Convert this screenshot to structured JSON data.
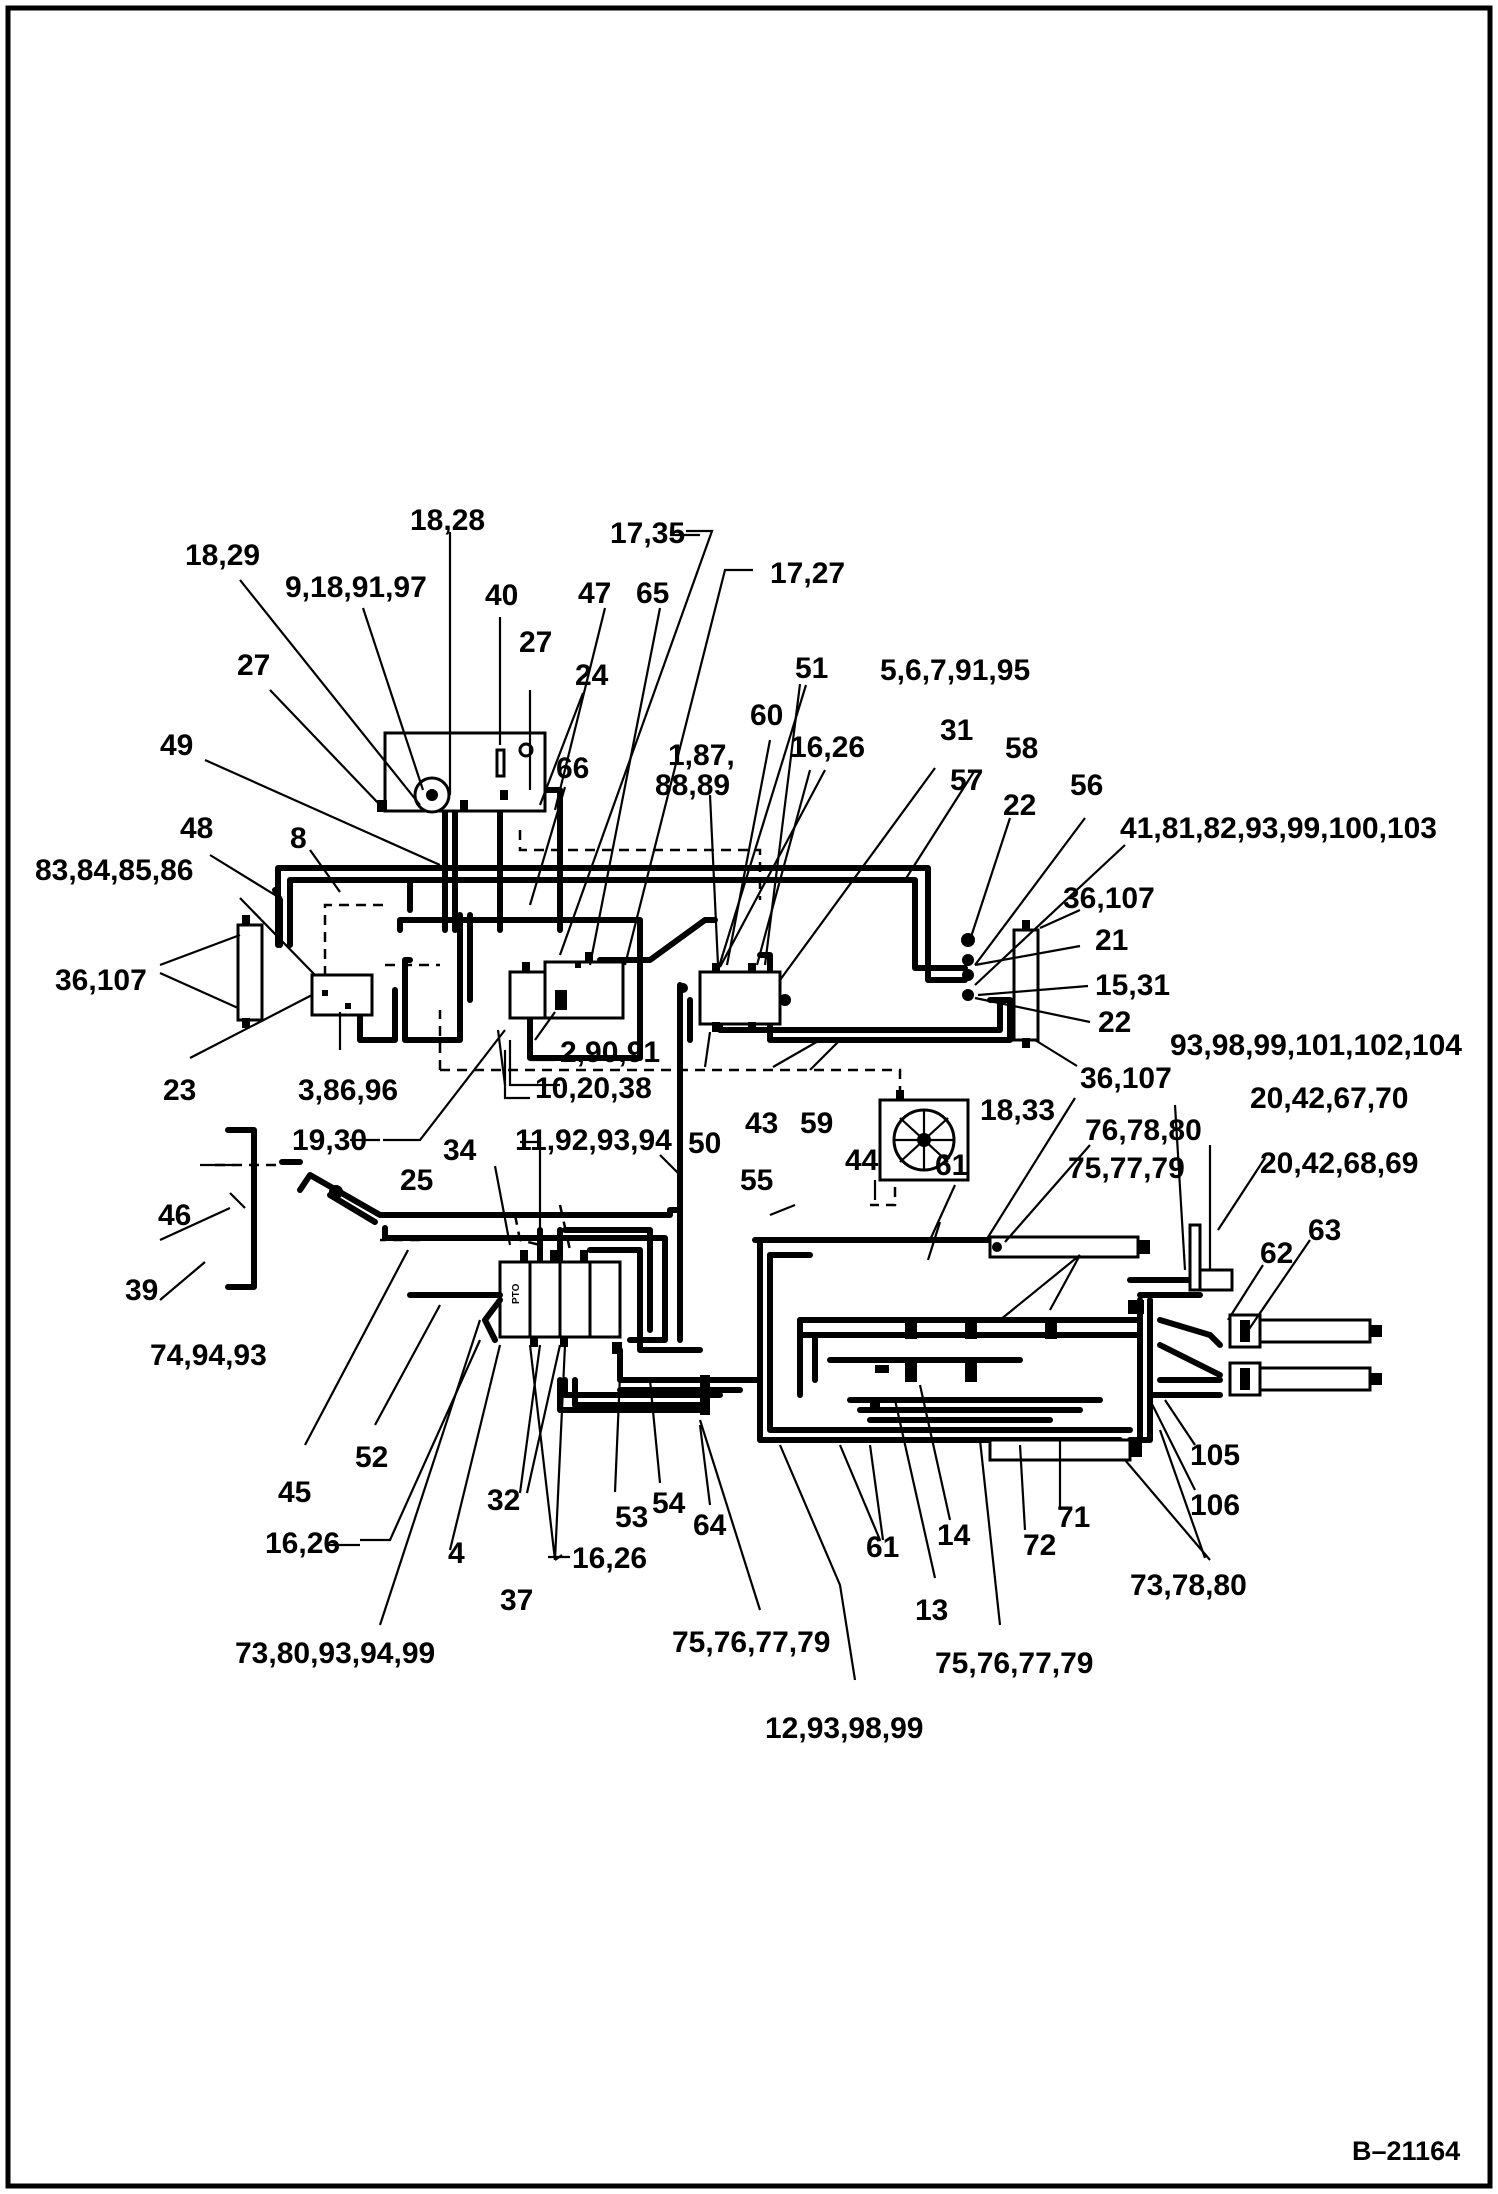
{
  "reference": "B–21164",
  "labels": {
    "l18_28": "18,28",
    "l17_35": "17,35",
    "l18_29": "18,29",
    "l9_18_91_97": "9,18,91,97",
    "l17_27": "17,27",
    "l40": "40",
    "l47": "47",
    "l65": "65",
    "l27a": "27",
    "l27b": "27",
    "l24": "24",
    "l51": "51",
    "l5_6_7_91_95": "5,6,7,91,95",
    "l60": "60",
    "l49": "49",
    "l66": "66",
    "l16_26a": "16,26",
    "l31": "31",
    "l58": "58",
    "l1_87": "1,87,",
    "l88_89": "88,89",
    "l57": "57",
    "l22a": "22",
    "l56": "56",
    "l48": "48",
    "l41_group": "41,81,82,93,99,100,103",
    "l8": "8",
    "l83_group": "83,84,85,86",
    "l36_107a": "36,107",
    "l36_107b": "36,107",
    "l21": "21",
    "l15_31": "15,31",
    "l22b": "22",
    "l2_90_91": "2,90,91",
    "l93_group": "93,98,99,101,102,104",
    "l36_107c": "36,107",
    "l23": "23",
    "l3_86_96": "3,86,96",
    "l10_20_38": "10,20,38",
    "l43": "43",
    "l59": "59",
    "l18_33": "18,33",
    "l76_78_80": "76,78,80",
    "l20_42_67_70": "20,42,67,70",
    "l19_30": "19,30",
    "l50": "50",
    "l34": "34",
    "l11_92_93_94": "11,92,93,94",
    "l75_77_79": "75,77,79",
    "l20_42_68_69": "20,42,68,69",
    "l25": "25",
    "l55": "55",
    "l44": "44",
    "l61a": "61",
    "l46": "46",
    "l63": "63",
    "l62": "62",
    "l39": "39",
    "l74_94_93": "74,94,93",
    "l52": "52",
    "l105": "105",
    "l45": "45",
    "l106": "106",
    "l32": "32",
    "l54": "54",
    "l53": "53",
    "l64": "64",
    "l71": "71",
    "l14": "14",
    "l72": "72",
    "l16_26b": "16,26",
    "l4": "4",
    "l61b": "61",
    "l16_26c": "16,26",
    "l73_78_80": "73,78,80",
    "l37": "37",
    "l13": "13",
    "l73_80_group": "73,80,93,94,99",
    "l75_76_77_79a": "75,76,77,79",
    "l75_76_77_79b": "75,76,77,79",
    "l12_93_98_99": "12,93,98,99"
  }
}
